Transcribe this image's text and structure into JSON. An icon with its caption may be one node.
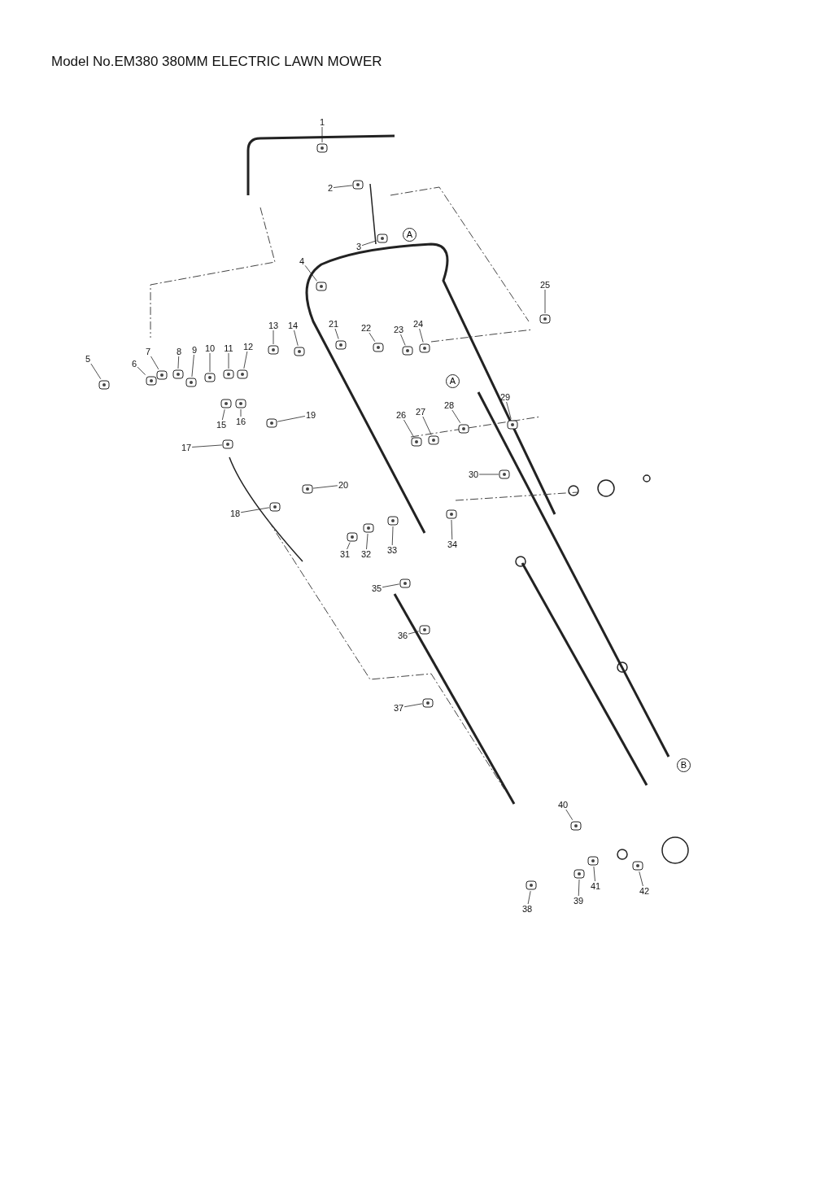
{
  "diagram": {
    "title": "Model No.EM380 380MM ELECTRIC LAWN MOWER",
    "nodes": [
      {
        "text": [
          "1"
        ]
      },
      {
        "text": [
          "2"
        ]
      },
      {
        "text": [
          "3"
        ]
      },
      {
        "text": [
          "4"
        ]
      },
      {
        "text": [
          "5"
        ]
      },
      {
        "text": [
          "6"
        ]
      },
      {
        "text": [
          "7"
        ]
      },
      {
        "text": [
          "8"
        ]
      },
      {
        "text": [
          "9"
        ]
      },
      {
        "text": [
          "10"
        ]
      },
      {
        "text": [
          "11"
        ]
      },
      {
        "text": [
          "12"
        ]
      },
      {
        "text": [
          "13"
        ]
      },
      {
        "text": [
          "14"
        ]
      },
      {
        "text": [
          "15"
        ]
      },
      {
        "text": [
          "16"
        ]
      },
      {
        "text": [
          "17"
        ]
      },
      {
        "text": [
          "18"
        ]
      },
      {
        "text": [
          "19"
        ]
      },
      {
        "text": [
          "20"
        ]
      },
      {
        "text": [
          "21"
        ]
      },
      {
        "text": [
          "22"
        ]
      },
      {
        "text": [
          "23"
        ]
      },
      {
        "text": [
          "24"
        ]
      },
      {
        "text": [
          "25"
        ]
      },
      {
        "text": [
          "26"
        ]
      },
      {
        "text": [
          "27"
        ]
      },
      {
        "text": [
          "28"
        ]
      },
      {
        "text": [
          "29"
        ]
      },
      {
        "text": [
          "30"
        ]
      },
      {
        "text": [
          "31"
        ]
      },
      {
        "text": [
          "32"
        ]
      },
      {
        "text": [
          "33"
        ]
      },
      {
        "text": [
          "34"
        ]
      },
      {
        "text": [
          "35"
        ]
      },
      {
        "text": [
          "36"
        ]
      },
      {
        "text": [
          "37"
        ]
      },
      {
        "text": [
          "38"
        ]
      },
      {
        "text": [
          "39"
        ]
      },
      {
        "text": [
          "40"
        ]
      },
      {
        "text": [
          "41"
        ]
      },
      {
        "text": [
          "42"
        ]
      },
      {
        "text": [],
        "shape": "picture"
      },
      {
        "text": [],
        "shape": "picture"
      },
      {
        "text": [],
        "shape": "picture"
      },
      {
        "text": [],
        "shape": "picture"
      },
      {
        "text": [],
        "shape": "picture"
      },
      {
        "text": [],
        "shape": "picture"
      },
      {
        "text": [],
        "shape": "picture"
      },
      {
        "text": [],
        "shape": "picture"
      },
      {
        "text": [],
        "shape": "picture"
      },
      {
        "text": [],
        "shape": "picture"
      },
      {
        "text": [],
        "shape": "picture"
      },
      {
        "text": [],
        "shape": "picture"
      },
      {
        "text": [],
        "shape": "picture"
      },
      {
        "text": [],
        "shape": "picture"
      },
      {
        "text": [],
        "shape": "picture"
      },
      {
        "text": [],
        "shape": "picture"
      },
      {
        "text": [],
        "shape": "picture"
      },
      {
        "text": [],
        "shape": "picture"
      },
      {
        "text": [],
        "shape": "picture"
      },
      {
        "text": [],
        "shape": "picture"
      },
      {
        "text": [],
        "shape": "picture"
      },
      {
        "text": [],
        "shape": "picture"
      },
      {
        "text": [],
        "shape": "picture"
      },
      {
        "text": [],
        "shape": "picture"
      },
      {
        "text": [],
        "shape": "picture"
      },
      {
        "text": [],
        "shape": "picture"
      },
      {
        "text": [],
        "shape": "picture"
      },
      {
        "text": [],
        "shape": "picture"
      },
      {
        "text": [],
        "shape": "picture"
      },
      {
        "text": [],
        "shape": "picture"
      },
      {
        "text": [],
        "shape": "picture"
      },
      {
        "text": [],
        "shape": "picture"
      },
      {
        "text": [],
        "shape": "picture"
      },
      {
        "text": [],
        "shape": "picture"
      },
      {
        "text": [],
        "shape": "picture"
      },
      {
        "text": [],
        "shape": "picture"
      },
      {
        "text": [],
        "shape": "picture"
      },
      {
        "text": [],
        "shape": "picture"
      },
      {
        "text": [],
        "shape": "picture"
      },
      {
        "text": [],
        "shape": "picture"
      },
      {
        "text": [],
        "shape": "picture"
      },
      {
        "text": [],
        "shape": "picture"
      },
      {
        "text": [
          "A"
        ]
      },
      {
        "text": [
          "A"
        ]
      },
      {
        "text": [
          "B"
        ]
      }
    ],
    "edges": [
      {
        "from": 0,
        "to": 42,
        "arrow": "none"
      },
      {
        "from": 1,
        "to": 43,
        "arrow": "none"
      },
      {
        "from": 2,
        "to": 44,
        "arrow": "none"
      },
      {
        "from": 3,
        "to": 45,
        "arrow": "none"
      },
      {
        "from": 4,
        "to": 46,
        "arrow": "none"
      },
      {
        "from": 5,
        "to": 47,
        "arrow": "none"
      },
      {
        "from": 6,
        "to": 48,
        "arrow": "none"
      },
      {
        "from": 7,
        "to": 49,
        "arrow": "none"
      },
      {
        "from": 8,
        "to": 50,
        "arrow": "none"
      },
      {
        "from": 9,
        "to": 51,
        "arrow": "none"
      },
      {
        "from": 10,
        "to": 52,
        "arrow": "none"
      },
      {
        "from": 11,
        "to": 53,
        "arrow": "none"
      },
      {
        "from": 12,
        "to": 54,
        "arrow": "none"
      },
      {
        "from": 13,
        "to": 55,
        "arrow": "none"
      },
      {
        "from": 14,
        "to": 56,
        "arrow": "none"
      },
      {
        "from": 15,
        "to": 57,
        "arrow": "none"
      },
      {
        "from": 16,
        "to": 58,
        "arrow": "none"
      },
      {
        "from": 17,
        "to": 59,
        "arrow": "none"
      },
      {
        "from": 18,
        "to": 60,
        "arrow": "none"
      },
      {
        "from": 19,
        "to": 61,
        "arrow": "none"
      },
      {
        "from": 20,
        "to": 62,
        "arrow": "none"
      },
      {
        "from": 21,
        "to": 63,
        "arrow": "none"
      },
      {
        "from": 22,
        "to": 64,
        "arrow": "none"
      },
      {
        "from": 23,
        "to": 65,
        "arrow": "none"
      },
      {
        "from": 24,
        "to": 66,
        "arrow": "none"
      },
      {
        "from": 25,
        "to": 67,
        "arrow": "none"
      },
      {
        "from": 26,
        "to": 68,
        "arrow": "none"
      },
      {
        "from": 27,
        "to": 69,
        "arrow": "none"
      },
      {
        "from": 28,
        "to": 70,
        "arrow": "none"
      },
      {
        "from": 29,
        "to": 71,
        "arrow": "none"
      },
      {
        "from": 30,
        "to": 72,
        "arrow": "none"
      },
      {
        "from": 31,
        "to": 73,
        "arrow": "none"
      },
      {
        "from": 32,
        "to": 74,
        "arrow": "none"
      },
      {
        "from": 33,
        "to": 75,
        "arrow": "none"
      },
      {
        "from": 34,
        "to": 76,
        "arrow": "none"
      },
      {
        "from": 35,
        "to": 77,
        "arrow": "none"
      },
      {
        "from": 36,
        "to": 78,
        "arrow": "none"
      },
      {
        "from": 37,
        "to": 79,
        "arrow": "none"
      },
      {
        "from": 38,
        "to": 80,
        "arrow": "none"
      },
      {
        "from": 39,
        "to": 81,
        "arrow": "none"
      },
      {
        "from": 40,
        "to": 82,
        "arrow": "none"
      },
      {
        "from": 41,
        "to": 83,
        "arrow": "none"
      }
    ]
  }
}
